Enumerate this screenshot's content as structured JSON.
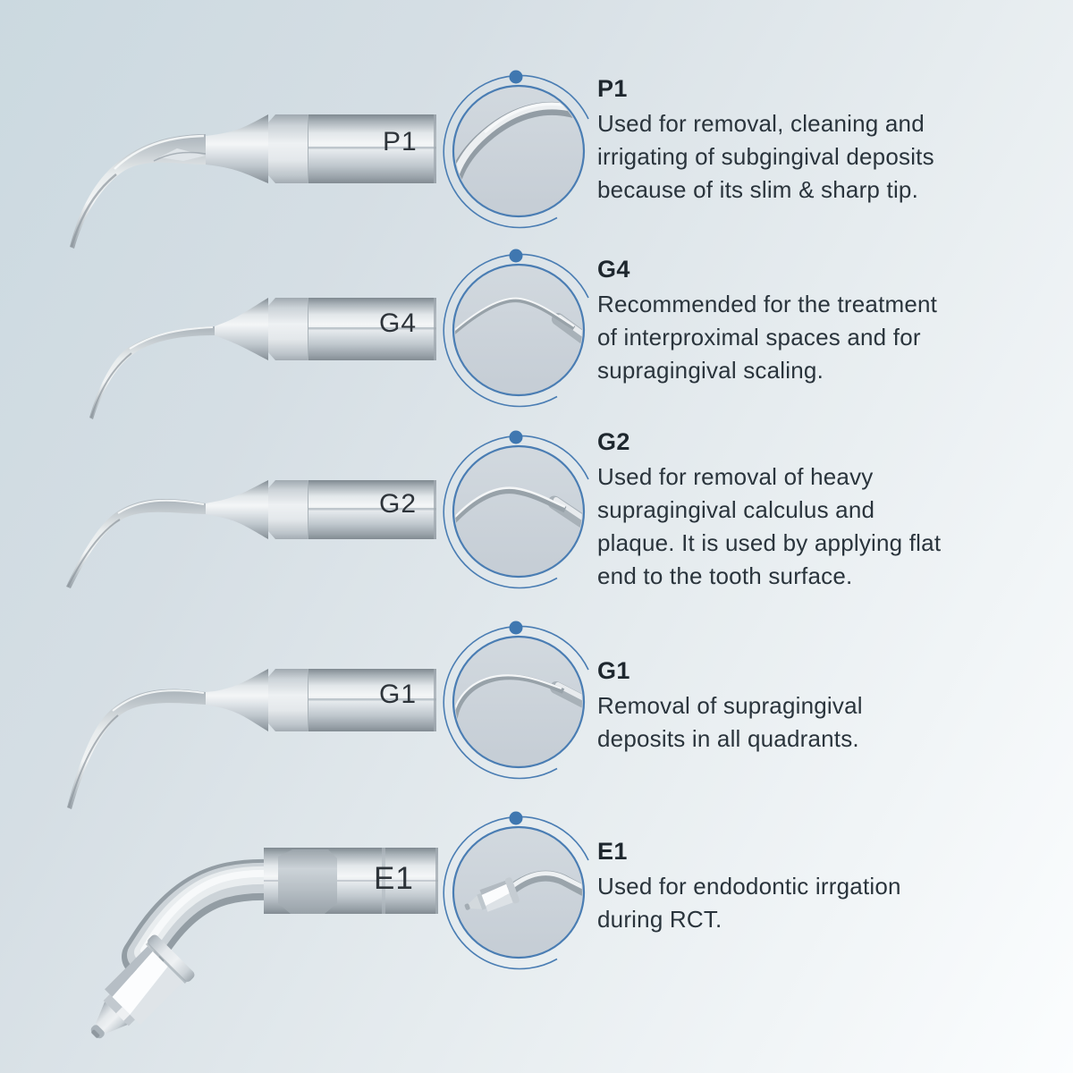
{
  "accent": {
    "ring_blue": "#4a7db3",
    "dot_blue": "#3f77b0",
    "circle_fill": "#cbd3da",
    "background_from": "#cbd9e0",
    "background_to": "#fbfdfe",
    "title_color": "#1e272e",
    "body_color": "#2a343c"
  },
  "rows": [
    {
      "label": "P1",
      "title": "P1",
      "description": "Used for removal, cleaning and irrigating of subgingival deposits because of its slim & sharp tip."
    },
    {
      "label": "G4",
      "title": "G4",
      "description": "Recommended for the treatment of interproximal spaces and for supragingival scaling."
    },
    {
      "label": "G2",
      "title": "G2",
      "description": "Used for removal of heavy supragingival calculus and plaque. It is used by applying flat end to the tooth surface."
    },
    {
      "label": "G1",
      "title": "G1",
      "description": "Removal of supragingival deposits in all quadrants."
    },
    {
      "label": "E1",
      "title": "E1",
      "description": "Used for endodontic irrgation during RCT."
    }
  ]
}
